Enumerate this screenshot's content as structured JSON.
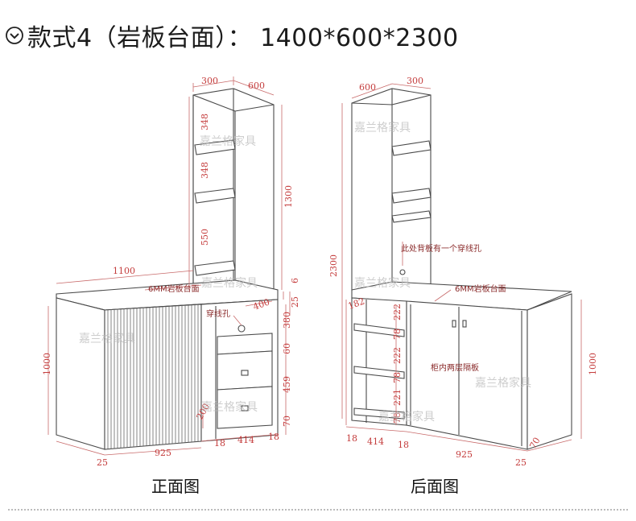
{
  "header": {
    "title": "款式4（岩板台面）： 1400*600*2300",
    "icon": "chevron-circle-down-icon"
  },
  "front": {
    "caption": "正面图",
    "dims": {
      "top_depth": "300",
      "top_width": "600",
      "shelf1": "348",
      "shelf2": "348",
      "shelf3": "550",
      "tower_height": "1300",
      "length": "1100",
      "slab_thk": "6",
      "slab_overhang": "25",
      "cubby_w": "400",
      "cubby_h": "380",
      "drawer_gap": "60",
      "drawers_h": "459",
      "plinth": "70",
      "side_height": "1000",
      "kick": "200",
      "bottom_left": "25",
      "bottom_main": "925",
      "bottom_side1": "18",
      "bottom_cab": "414",
      "bottom_side2": "18"
    },
    "notes": {
      "slab": "6MM岩板台面",
      "cable_hole": "穿线孔"
    }
  },
  "back": {
    "caption": "后面图",
    "dims": {
      "top_width": "600",
      "top_depth": "300",
      "total_height": "2300",
      "left_shelf": "182",
      "s1": "222",
      "g1": "78",
      "s2": "222",
      "g2": "78",
      "s3": "221",
      "g3": "78",
      "height": "1000",
      "plinth": "70",
      "bottom_side1": "18",
      "bottom_cab": "414",
      "bottom_side2": "18",
      "bottom_main": "925",
      "bottom_right": "25"
    },
    "notes": {
      "cable_hole_back": "此处背板有一个穿线孔",
      "slab": "6MM岩板台面",
      "inner_shelves": "柜内两层隔板"
    }
  },
  "watermark": "嘉兰格家具"
}
